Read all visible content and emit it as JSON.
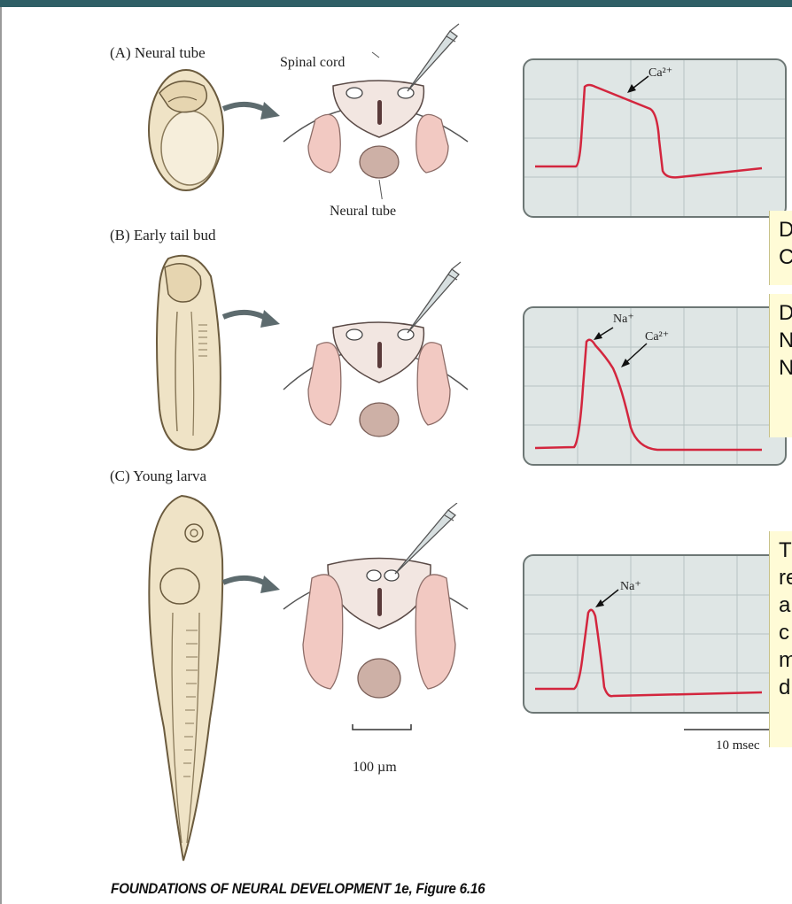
{
  "panels": [
    {
      "label": "(A) Neural tube",
      "annotation": "Ca²⁺"
    },
    {
      "label": "(B) Early tail bud",
      "annotation_1": "Na⁺",
      "annotation_2": "Ca²⁺"
    },
    {
      "label": "(C) Young larva",
      "annotation": "Na⁺"
    }
  ],
  "labels": {
    "spinal_cord": "Spinal cord",
    "neural_tube": "Neural tube",
    "scale_um": "100 µm",
    "scale_ms": "10 msec"
  },
  "notes": {
    "first": [
      "D",
      "C"
    ],
    "second": [
      "D",
      "N",
      "N"
    ],
    "third": [
      "T",
      "re",
      "a",
      "c",
      "m",
      "d"
    ]
  },
  "caption": "FOUNDATIONS OF NEURAL DEVELOPMENT 1e, Figure 6.16",
  "colors": {
    "trace": "#d3263e",
    "scope_bg": "#dfe6e5",
    "somite": "#f2c9c2",
    "notochord": "#cdb0a6",
    "embryo": "#efe3c6",
    "top_bar": "#2f5f66"
  }
}
